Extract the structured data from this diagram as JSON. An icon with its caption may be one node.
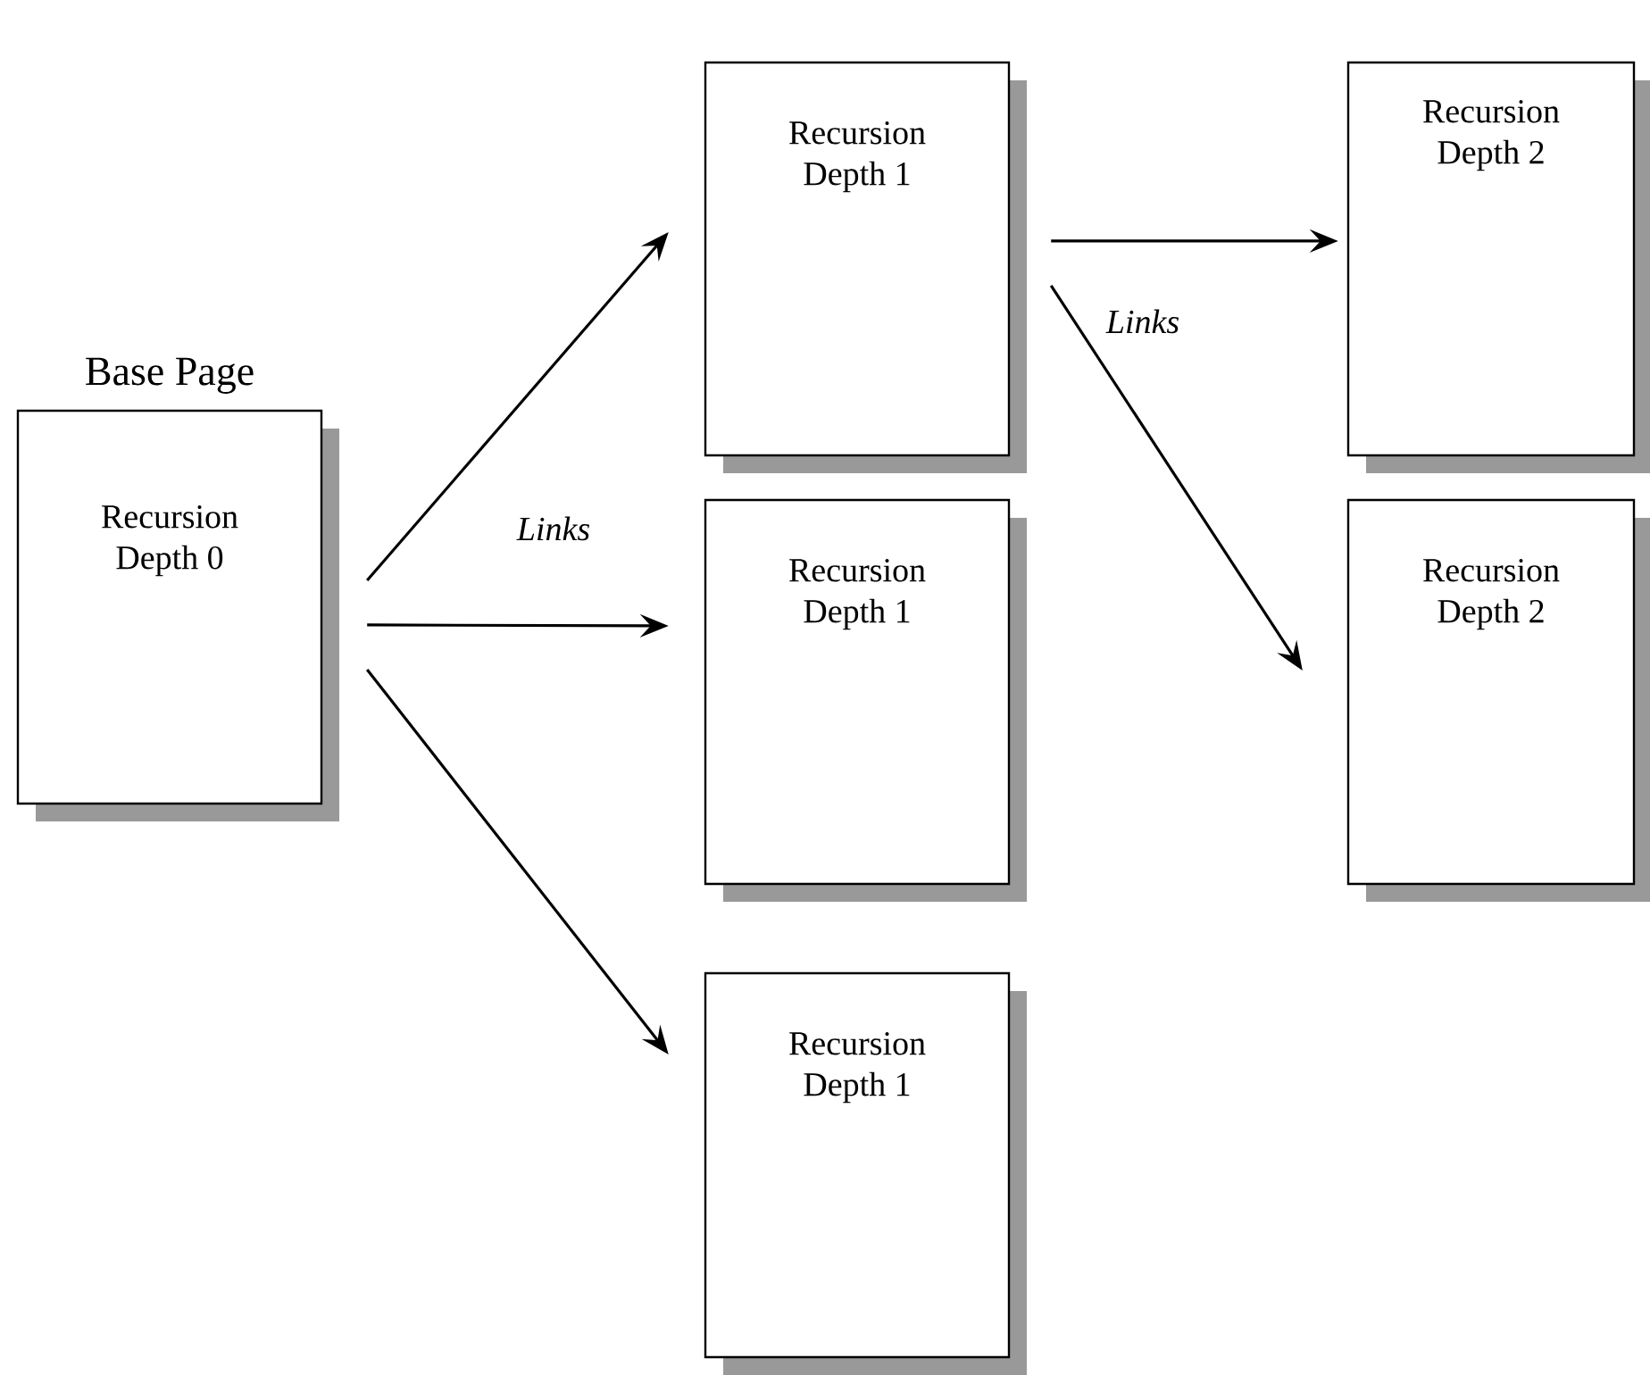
{
  "diagram": {
    "nodes": [
      {
        "text": [
          "Base Page",
          "Recursion Depth 0"
        ]
      },
      {
        "text": [
          "Recursion Depth 1"
        ]
      },
      {
        "text": [
          "Recursion Depth 1"
        ]
      },
      {
        "text": [
          "Recursion Depth 1"
        ]
      },
      {
        "text": [
          "Recursion Depth 2"
        ]
      },
      {
        "text": [
          "Recursion Depth 2"
        ]
      }
    ],
    "edges": [
      {
        "from": 0,
        "to": 1,
        "arrow": "to"
      },
      {
        "from": 0,
        "to": 2,
        "arrow": "to"
      },
      {
        "from": 0,
        "to": 3,
        "arrow": "to"
      },
      {
        "from": 1,
        "to": 4,
        "arrow": "to"
      },
      {
        "from": 1,
        "to": 5,
        "arrow": "to"
      }
    ],
    "labels": [
      "Links",
      "Links"
    ]
  }
}
